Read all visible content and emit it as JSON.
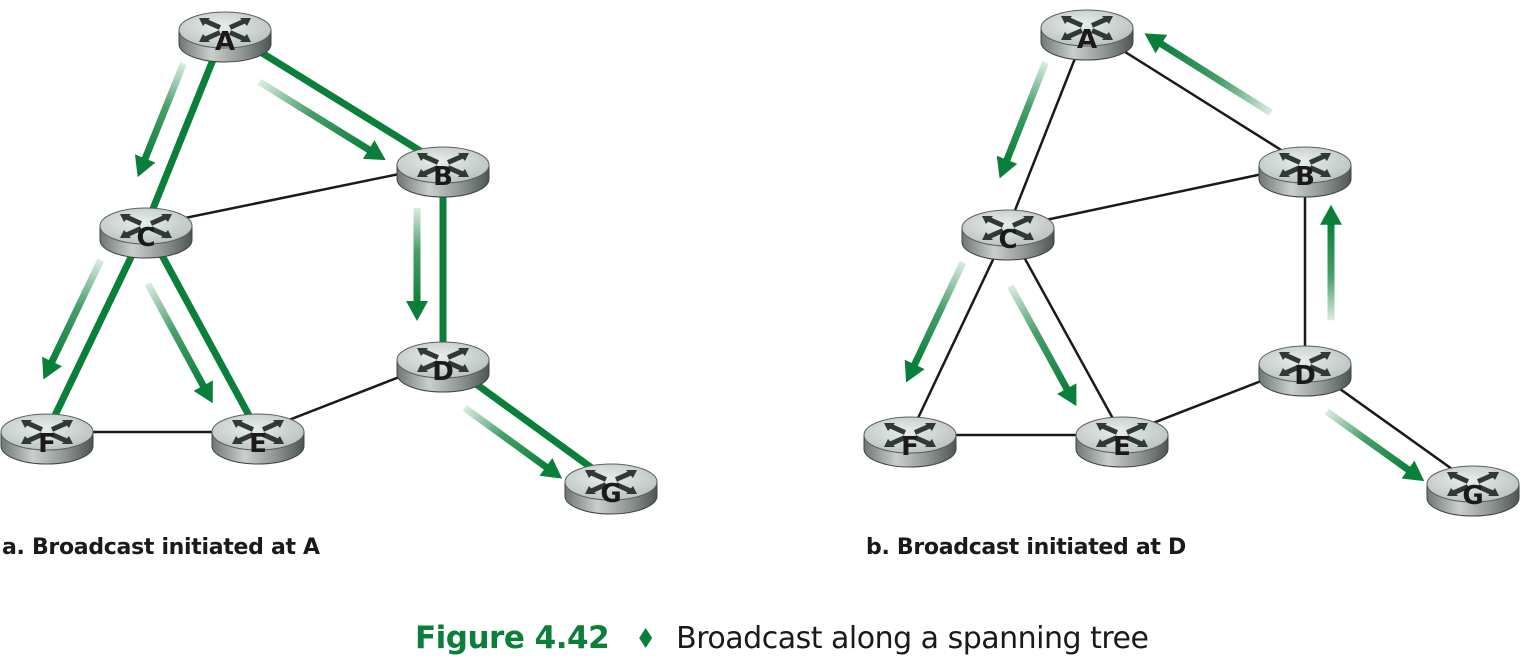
{
  "figure": {
    "number": "Figure 4.42",
    "separator_icon": "diamond-icon",
    "title": "Broadcast along a spanning tree"
  },
  "colors": {
    "tree_edge": "#0a7f3a",
    "arrow": "#0a7f3a",
    "plain_edge": "#1a1a1a",
    "caption_accent": "#0a7f3a"
  },
  "panels": [
    {
      "id": "a",
      "caption": "a. Broadcast initiated at A",
      "initiator": "A",
      "nodes": [
        {
          "id": "A",
          "label": "A"
        },
        {
          "id": "B",
          "label": "B"
        },
        {
          "id": "C",
          "label": "C"
        },
        {
          "id": "D",
          "label": "D"
        },
        {
          "id": "E",
          "label": "E"
        },
        {
          "id": "F",
          "label": "F"
        },
        {
          "id": "G",
          "label": "G"
        }
      ],
      "edges": [
        {
          "from": "A",
          "to": "B",
          "tree": true
        },
        {
          "from": "A",
          "to": "C",
          "tree": true
        },
        {
          "from": "C",
          "to": "B",
          "tree": false
        },
        {
          "from": "C",
          "to": "F",
          "tree": true
        },
        {
          "from": "C",
          "to": "E",
          "tree": true
        },
        {
          "from": "B",
          "to": "D",
          "tree": true
        },
        {
          "from": "D",
          "to": "E",
          "tree": false
        },
        {
          "from": "F",
          "to": "E",
          "tree": false
        },
        {
          "from": "D",
          "to": "G",
          "tree": true
        }
      ],
      "messages": [
        {
          "from": "A",
          "to": "B"
        },
        {
          "from": "A",
          "to": "C"
        },
        {
          "from": "B",
          "to": "D"
        },
        {
          "from": "C",
          "to": "F"
        },
        {
          "from": "C",
          "to": "E"
        },
        {
          "from": "D",
          "to": "G"
        }
      ]
    },
    {
      "id": "b",
      "caption": "b. Broadcast initiated at D",
      "initiator": "D",
      "nodes": [
        {
          "id": "A",
          "label": "A"
        },
        {
          "id": "B",
          "label": "B"
        },
        {
          "id": "C",
          "label": "C"
        },
        {
          "id": "D",
          "label": "D"
        },
        {
          "id": "E",
          "label": "E"
        },
        {
          "id": "F",
          "label": "F"
        },
        {
          "id": "G",
          "label": "G"
        }
      ],
      "edges": [
        {
          "from": "A",
          "to": "B",
          "tree": false
        },
        {
          "from": "A",
          "to": "C",
          "tree": false
        },
        {
          "from": "C",
          "to": "B",
          "tree": false
        },
        {
          "from": "C",
          "to": "F",
          "tree": false
        },
        {
          "from": "C",
          "to": "E",
          "tree": false
        },
        {
          "from": "B",
          "to": "D",
          "tree": false
        },
        {
          "from": "D",
          "to": "E",
          "tree": false
        },
        {
          "from": "F",
          "to": "E",
          "tree": false
        },
        {
          "from": "D",
          "to": "G",
          "tree": false
        }
      ],
      "messages": [
        {
          "from": "D",
          "to": "B"
        },
        {
          "from": "B",
          "to": "A"
        },
        {
          "from": "A",
          "to": "C"
        },
        {
          "from": "C",
          "to": "F"
        },
        {
          "from": "C",
          "to": "E"
        },
        {
          "from": "D",
          "to": "G"
        }
      ]
    }
  ]
}
